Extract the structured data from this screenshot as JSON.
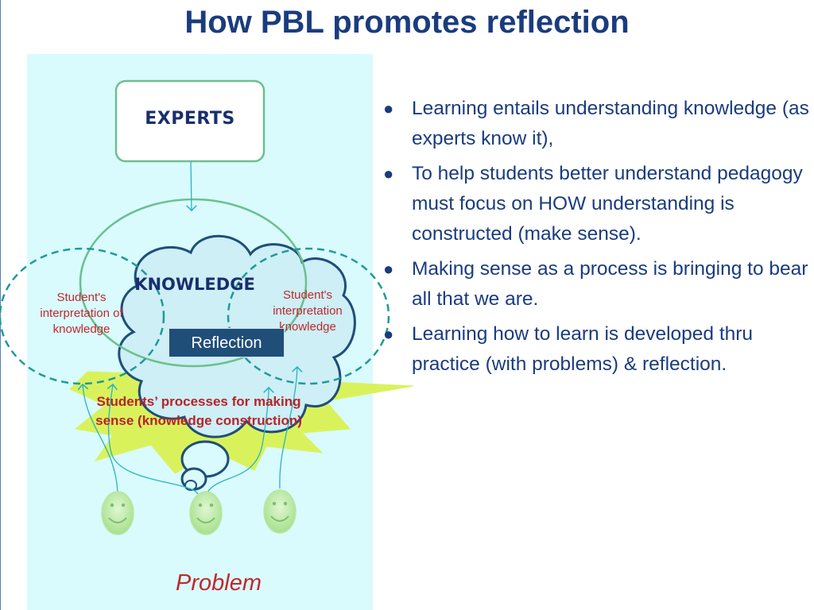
{
  "title": "How PBL promotes reflection",
  "diagram": {
    "experts": "EXPERTS",
    "knowledge": "KNOWLEDGE",
    "interpretation_left": "Student's interpretation of knowledge",
    "interpretation_right": "Student's interpretation knowledge",
    "reflection": "Reflection",
    "processes": "Students’ processes for making sense (knowledge construction)",
    "problem": "Problem",
    "students": [
      "student-face",
      "student-face",
      "student-face"
    ]
  },
  "bullets": [
    "Learning entails understanding knowledge (as experts know it),",
    "To help students better understand pedagogy must focus on HOW  understanding is constructed (make sense).",
    "Making sense as a process  is bringing to bear all that we are.",
    "Learning how to learn is developed thru practice (with problems) & reflection."
  ],
  "colors": {
    "title": "#1a3c7e",
    "panel": "#d9fbfd",
    "red_text": "#c0282e",
    "green_border": "#6dbf8e",
    "teal_dashed": "#1f9a9a",
    "starburst": "#d9f25c",
    "reflection_box": "#1f4e79"
  }
}
